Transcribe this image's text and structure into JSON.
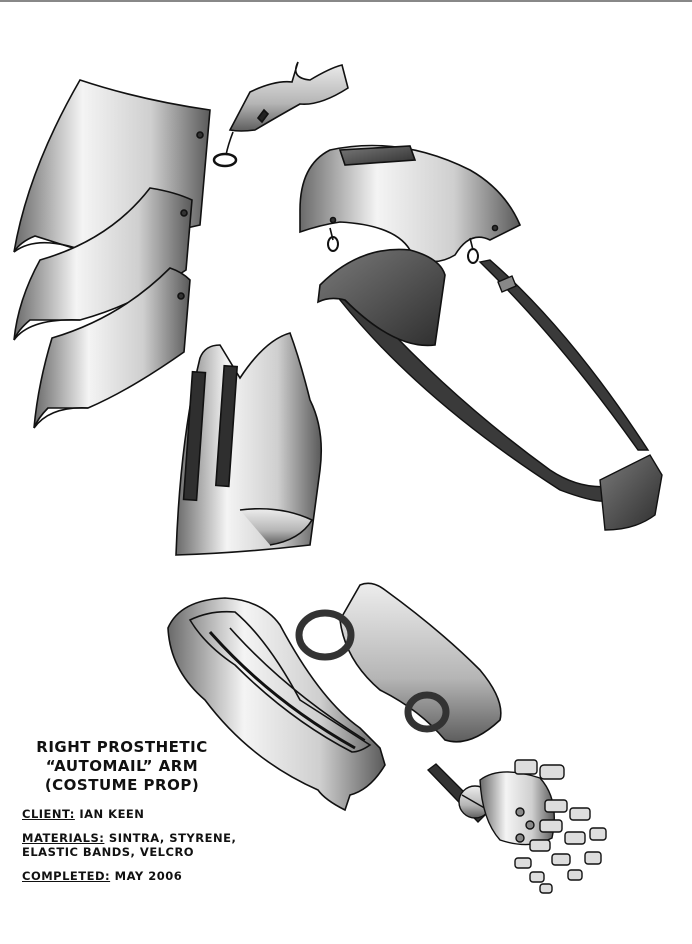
{
  "caption": {
    "title_lines": [
      "Right Prosthetic",
      "“Automail” Arm",
      "(Costume Prop)"
    ],
    "client_label": "Client:",
    "client_value": "Ian Keen",
    "materials_label": "Materials:",
    "materials_value_line1": "Sintra, Styrene,",
    "materials_value_line2": "Elastic Bands, Velcro",
    "completed_label": "Completed:",
    "completed_value": "May 2006"
  },
  "colors": {
    "ink": "#111111",
    "metal_light": "#f2f2f2",
    "metal_mid": "#a8a8a8",
    "metal_dark": "#555555",
    "strap": "#3a3a3a"
  }
}
